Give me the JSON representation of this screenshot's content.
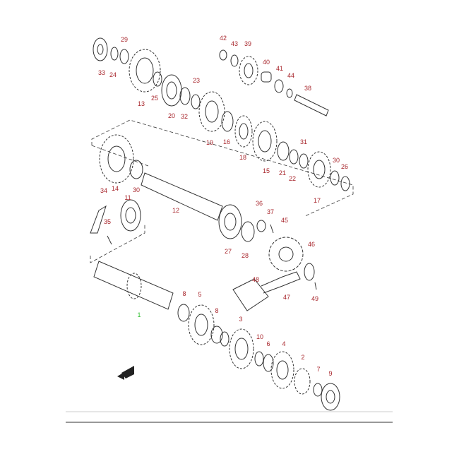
{
  "diagram": {
    "label_color": "#a8262c",
    "highlight_color": "#2fbf2f",
    "labels": [
      "29",
      "33",
      "24",
      "13",
      "25",
      "20",
      "32",
      "23",
      "42",
      "43",
      "39",
      "40",
      "41",
      "44",
      "38",
      "19",
      "16",
      "18",
      "15",
      "21",
      "22",
      "31",
      "30",
      "26",
      "17",
      "14",
      "30",
      "34",
      "11",
      "12",
      "35",
      "36",
      "37",
      "27",
      "28",
      "45",
      "46",
      "48",
      "47",
      "49",
      "8",
      "5",
      "1",
      "8",
      "3",
      "10",
      "6",
      "4",
      "2",
      "7",
      "9"
    ],
    "fwd_icon": "fwd-arrow-icon"
  }
}
